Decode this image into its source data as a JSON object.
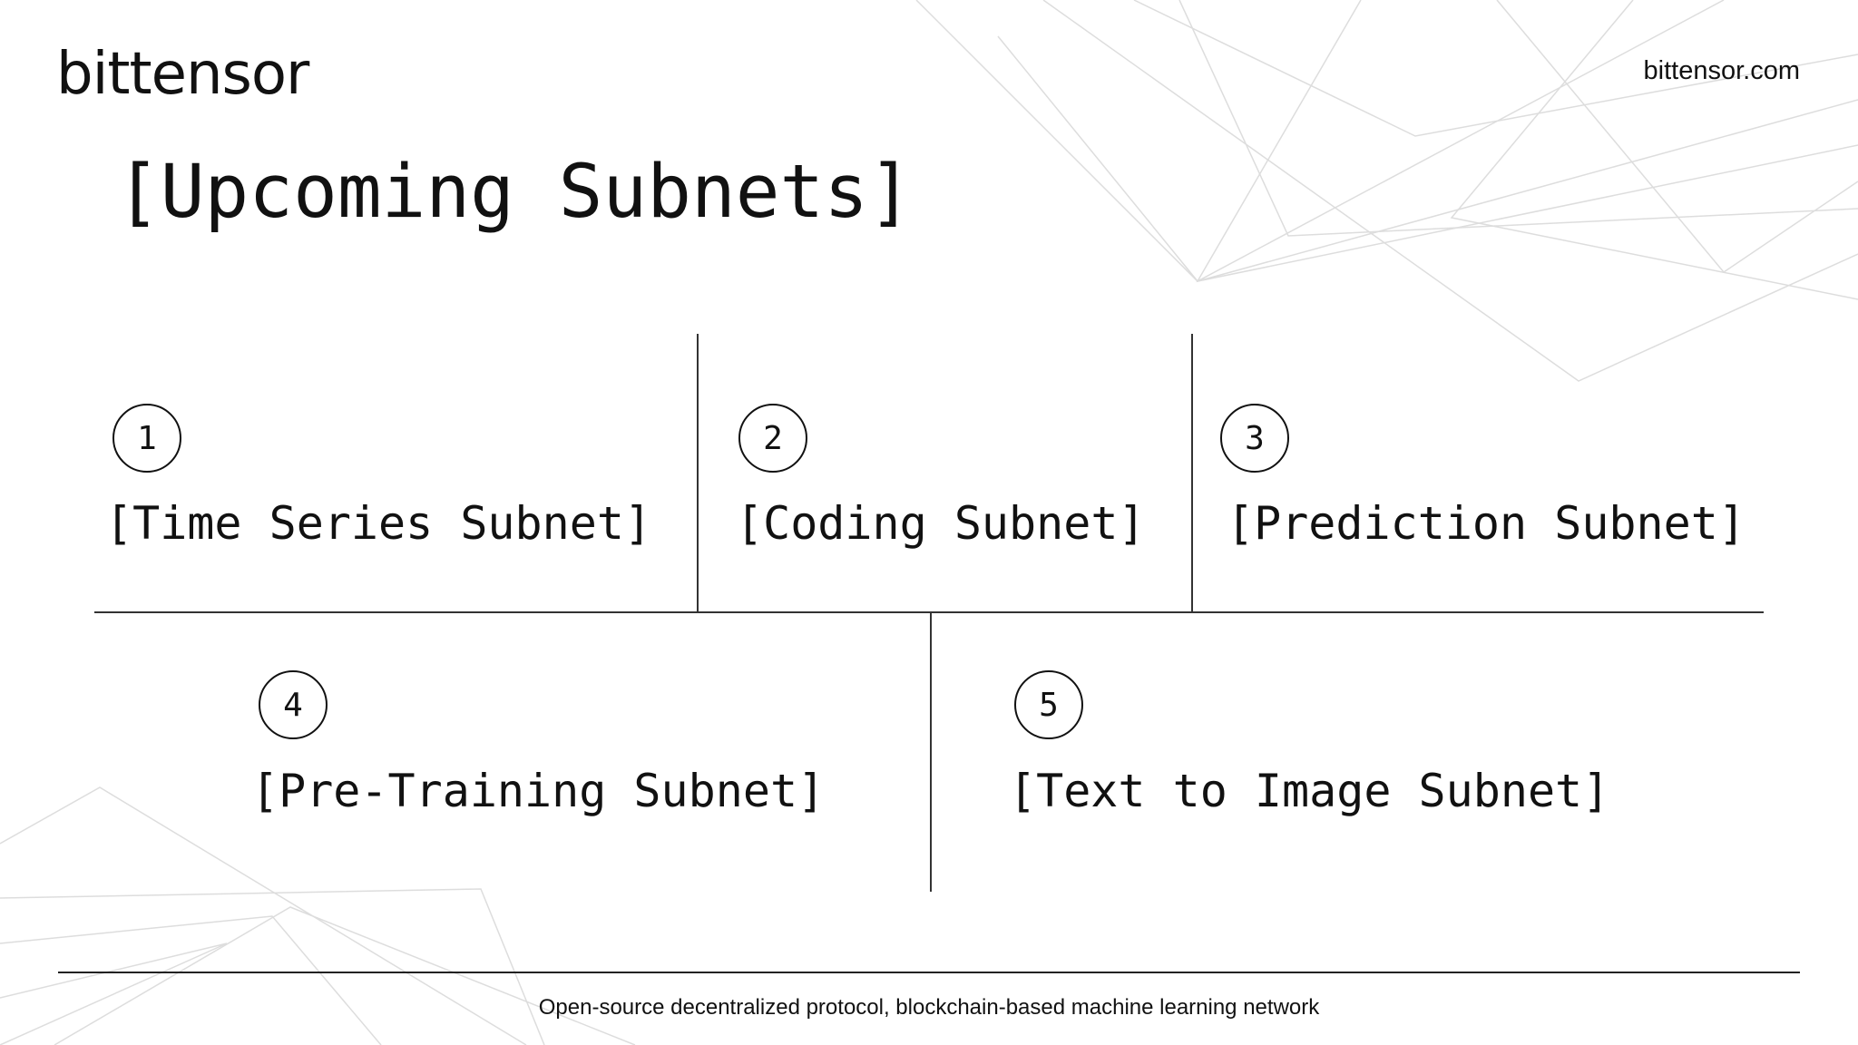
{
  "header": {
    "logo": "bittensor",
    "site": "bittensor.com"
  },
  "title": "[Upcoming Subnets]",
  "subnets": [
    {
      "number": "1",
      "label": "[Time Series Subnet]"
    },
    {
      "number": "2",
      "label": "[Coding Subnet]"
    },
    {
      "number": "3",
      "label": "[Prediction Subnet]"
    },
    {
      "number": "4",
      "label": "[Pre-Training Subnet]"
    },
    {
      "number": "5",
      "label": "[Text to Image Subnet]"
    }
  ],
  "footer": "Open-source decentralized protocol, blockchain-based machine learning network"
}
